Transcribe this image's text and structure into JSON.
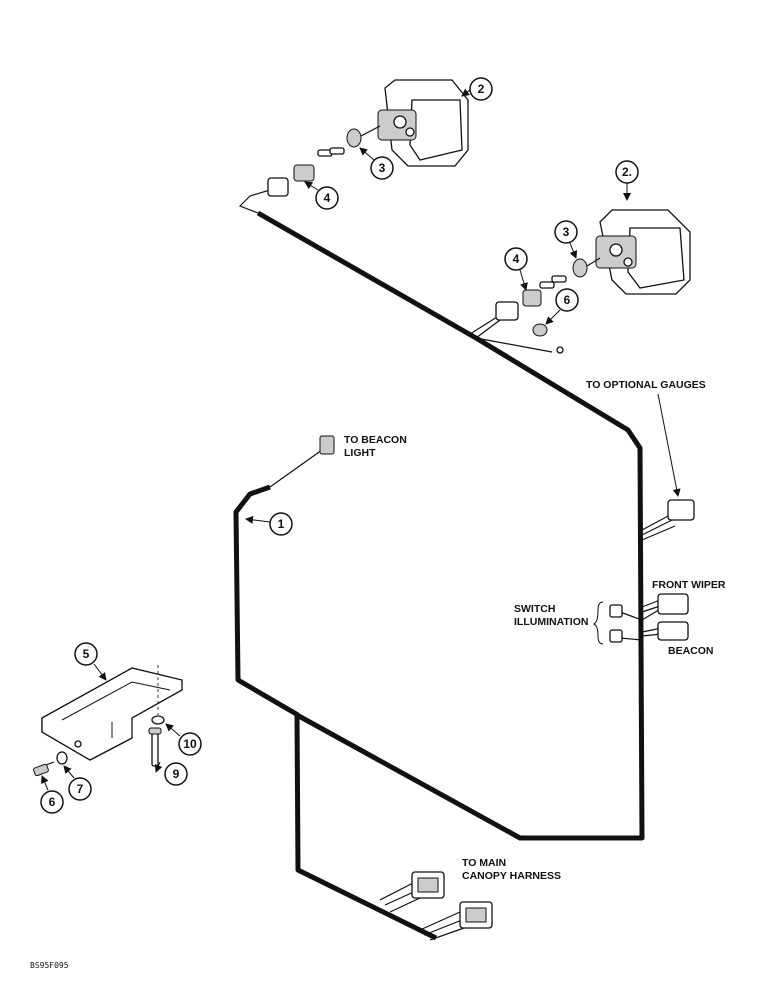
{
  "labels": {
    "to_beacon_light_1": "TO BEACON",
    "to_beacon_light_2": "LIGHT",
    "to_optional_gauges": "TO OPTIONAL GAUGES",
    "front_wiper": "FRONT WIPER",
    "switch_illumination_1": "SWITCH",
    "switch_illumination_2": "ILLUMINATION",
    "beacon": "BEACON",
    "to_main_canopy_1": "TO MAIN",
    "to_main_canopy_2": "CANOPY HARNESS",
    "figure_code": "BS95F095"
  },
  "callouts": {
    "c1": "1",
    "c2a": "2",
    "c2b": "2.",
    "c3a": "3",
    "c3b": "3",
    "c4a": "4",
    "c4b": "4",
    "c5": "5",
    "c6a": "6",
    "c6b": "6",
    "c7": "7",
    "c9": "9",
    "c10": "10"
  }
}
